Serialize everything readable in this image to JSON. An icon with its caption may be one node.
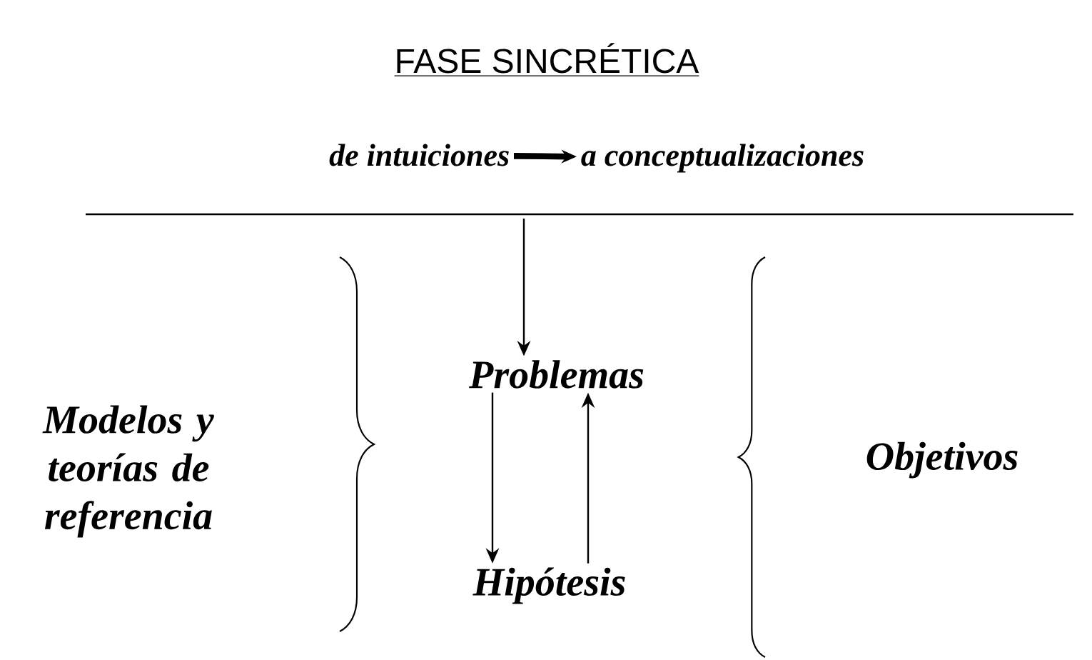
{
  "diagram": {
    "title": "FASE SINCRÉTICA",
    "nodes": [
      {
        "text": [
          "de intuiciones"
        ]
      },
      {
        "text": [
          "a conceptualizaciones"
        ]
      },
      {
        "text": [
          "Problemas"
        ]
      },
      {
        "text": [
          "Hipótesis"
        ]
      },
      {
        "text": [
          "Modelos y teorías de referencia"
        ]
      },
      {
        "text": [
          "Objetivos"
        ]
      }
    ],
    "edges": [
      {
        "from": 0,
        "to": 1,
        "arrow": "to",
        "style": "thick"
      },
      {
        "from": null,
        "to": 2,
        "arrow": "to"
      },
      {
        "from": 2,
        "to": 3,
        "arrow": "to"
      },
      {
        "from": 3,
        "to": 2,
        "arrow": "to"
      }
    ]
  }
}
